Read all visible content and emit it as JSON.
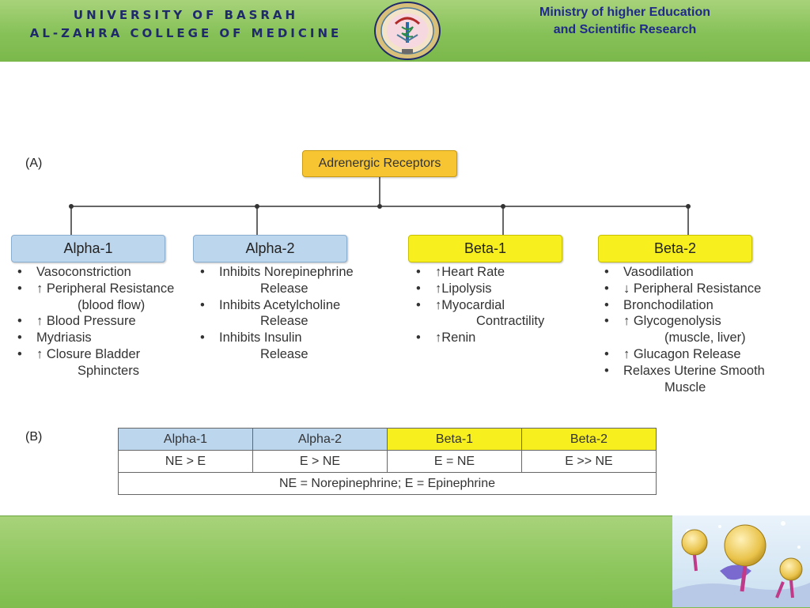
{
  "header": {
    "university_line1": "UNIVERSITY OF BASRAH",
    "university_line2": "AL-ZAHRA COLLEGE OF MEDICINE",
    "ministry_line1": "Ministry of higher Education",
    "ministry_line2": "and Scientific Research",
    "logo_icon": "college-seal-icon"
  },
  "colors": {
    "band_green": "#86c158",
    "title_navy": "#1f2a6b",
    "alpha_blue": "#bcd6ee",
    "beta_yellow": "#f7f01e",
    "root_orange": "#f7c531"
  },
  "diagram": {
    "label_a": "(A)",
    "root": "Adrenergic Receptors",
    "receptors": [
      {
        "name": "Alpha-1",
        "color": "blue",
        "effects": [
          {
            "text": "Vasoconstriction",
            "bullet": true
          },
          {
            "text": "↑ Peripheral Resistance",
            "bullet": true
          },
          {
            "text": "(blood flow)",
            "bullet": false
          },
          {
            "text": "↑ Blood Pressure",
            "bullet": true
          },
          {
            "text": "Mydriasis",
            "bullet": true
          },
          {
            "text": "↑ Closure Bladder",
            "bullet": true
          },
          {
            "text": "Sphincters",
            "bullet": false
          }
        ]
      },
      {
        "name": "Alpha-2",
        "color": "blue",
        "effects": [
          {
            "text": "Inhibits Norepinephrine",
            "bullet": true
          },
          {
            "text": "Release",
            "bullet": false
          },
          {
            "text": "Inhibits Acetylcholine",
            "bullet": true
          },
          {
            "text": "Release",
            "bullet": false
          },
          {
            "text": "Inhibits Insulin",
            "bullet": true
          },
          {
            "text": "Release",
            "bullet": false
          }
        ]
      },
      {
        "name": "Beta-1",
        "color": "yellow",
        "effects": [
          {
            "text": "↑Heart Rate",
            "bullet": true
          },
          {
            "text": "↑Lipolysis",
            "bullet": true
          },
          {
            "text": "↑Myocardial",
            "bullet": true
          },
          {
            "text": "Contractility",
            "bullet": false
          },
          {
            "text": "↑Renin",
            "bullet": true
          }
        ]
      },
      {
        "name": "Beta-2",
        "color": "yellow",
        "effects": [
          {
            "text": "Vasodilation",
            "bullet": true
          },
          {
            "text": "↓ Peripheral Resistance",
            "bullet": true
          },
          {
            "text": "Bronchodilation",
            "bullet": true
          },
          {
            "text": "↑ Glycogenolysis",
            "bullet": true
          },
          {
            "text": "(muscle, liver)",
            "bullet": false
          },
          {
            "text": "↑ Glucagon Release",
            "bullet": true
          },
          {
            "text": "Relaxes Uterine Smooth",
            "bullet": true
          },
          {
            "text": "Muscle",
            "bullet": false
          }
        ]
      }
    ]
  },
  "table_b": {
    "label": "(B)",
    "headers": [
      "Alpha-1",
      "Alpha-2",
      "Beta-1",
      "Beta-2"
    ],
    "potency": [
      "NE > E",
      "E > NE",
      "E = NE",
      "E >> NE"
    ],
    "footnote": "NE = Norepinephrine; E = Epinephrine"
  },
  "footer": {
    "image_icon": "liposome-illustration-icon"
  }
}
